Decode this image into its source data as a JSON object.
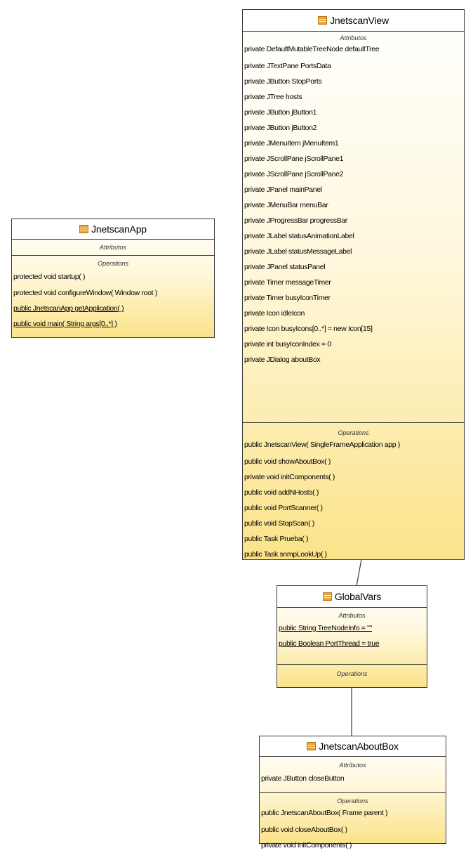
{
  "classes": {
    "jnetscan_view": {
      "name": "JnetscanView",
      "attributes_title": "Attributos",
      "operations_title": "Operations",
      "attributes": [
        {
          "text": "private DefaultMutableTreeNode defaultTree"
        },
        {
          "text": "private JTextPane PortsData"
        },
        {
          "text": "private JButton StopPorts"
        },
        {
          "text": "private JTree hosts"
        },
        {
          "text": "private JButton jButton1"
        },
        {
          "text": "private JButton jButton2"
        },
        {
          "text": "private JMenuItem jMenuItem1"
        },
        {
          "text": "private JScrollPane jScrollPane1"
        },
        {
          "text": "private JScrollPane jScrollPane2"
        },
        {
          "text": "private JPanel mainPanel"
        },
        {
          "text": "private JMenuBar menuBar"
        },
        {
          "text": "private JProgressBar progressBar"
        },
        {
          "text": "private JLabel statusAnimationLabel"
        },
        {
          "text": "private JLabel statusMessageLabel"
        },
        {
          "text": "private JPanel statusPanel"
        },
        {
          "text": "private Timer messageTimer"
        },
        {
          "text": "private Timer busyIconTimer"
        },
        {
          "text": "private Icon idleIcon"
        },
        {
          "text": "private Icon busyIcons[0..*] = new Icon[15]"
        },
        {
          "text": "private int busyIconIndex = 0"
        },
        {
          "text": "private JDialog aboutBox"
        }
      ],
      "operations": [
        {
          "text": "public JnetscanView( SingleFrameApplication app )"
        },
        {
          "text": "public void showAboutBox( )"
        },
        {
          "text": "private void initComponents( )"
        },
        {
          "text": "public void addNHosts( )"
        },
        {
          "text": "public void PortScanner( )"
        },
        {
          "text": "public void StopScan( )"
        },
        {
          "text": "public Task Prueba( )"
        },
        {
          "text": "public Task snmpLookUp( )"
        }
      ]
    },
    "jnetscan_app": {
      "name": "JnetscanApp",
      "attributes_title": "Attributos",
      "operations_title": "Operations",
      "attributes": [],
      "operations": [
        {
          "text": "protected void startup( )",
          "static": false
        },
        {
          "text": "protected void configureWindow( Window root )",
          "static": false
        },
        {
          "text": "public JnetscanApp getApplication( )",
          "static": true
        },
        {
          "text": "public void main( String args[0..*] )",
          "static": true
        }
      ]
    },
    "global_vars": {
      "name": "GlobalVars",
      "attributes_title": "Attributos",
      "operations_title": "Operations",
      "attributes": [
        {
          "text": "public String TreeNodeInfo = \"\"",
          "static": true
        },
        {
          "text": "public Boolean PortThread = true",
          "static": true
        }
      ],
      "operations": []
    },
    "jnetscan_about_box": {
      "name": "JnetscanAboutBox",
      "attributes_title": "Attributos",
      "operations_title": "Operations",
      "attributes": [
        {
          "text": "private JButton closeButton"
        }
      ],
      "operations": [
        {
          "text": "public JnetscanAboutBox( Frame parent )"
        },
        {
          "text": "public void closeAboutBox( )"
        },
        {
          "text": "private void initComponents( )"
        }
      ]
    }
  },
  "connectors": [
    {
      "from": "jnetscan_view",
      "to": "global_vars"
    },
    {
      "from": "global_vars",
      "to": "jnetscan_about_box"
    }
  ]
}
